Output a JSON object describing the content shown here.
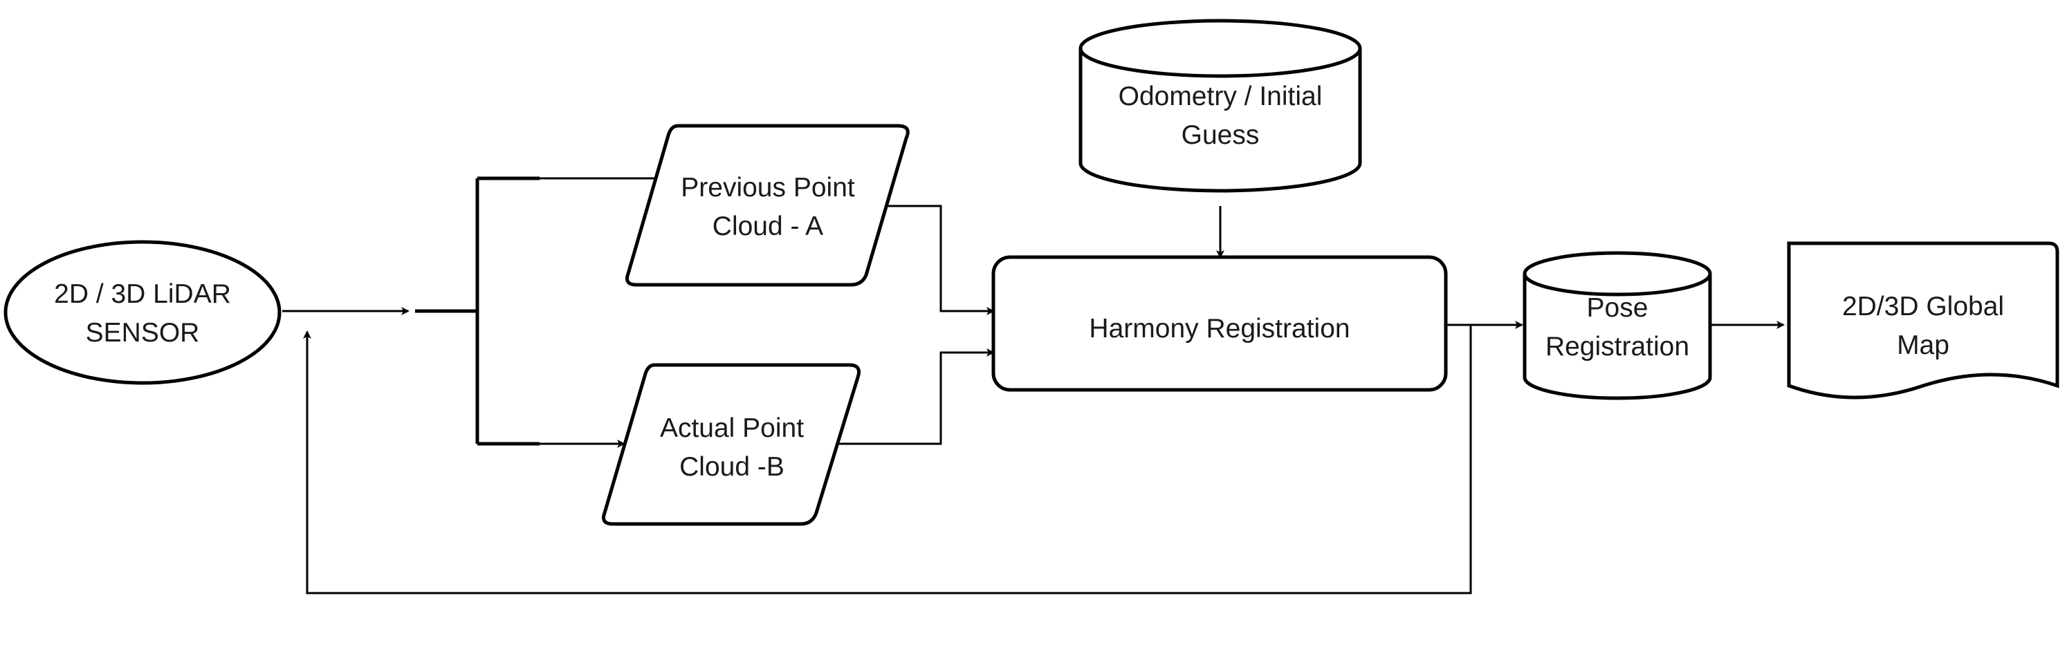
{
  "nodes": {
    "lidar_sensor": {
      "line1": "2D / 3D LiDAR",
      "line2": "SENSOR"
    },
    "previous_cloud": {
      "line1": "Previous Point",
      "line2": "Cloud - A"
    },
    "actual_cloud": {
      "line1": "Actual Point",
      "line2": "Cloud -B"
    },
    "odometry": {
      "line1": "Odometry / Initial",
      "line2": "Guess"
    },
    "harmony_registration": {
      "label": "Harmony Registration"
    },
    "pose_registration": {
      "line1": "Pose",
      "line2": "Registration"
    },
    "global_map": {
      "line1": "2D/3D Global",
      "line2": "Map"
    }
  },
  "edges": [
    {
      "from": "2D / 3D LiDAR SENSOR",
      "to": "Previous Point Cloud - A"
    },
    {
      "from": "2D / 3D LiDAR SENSOR",
      "to": "Actual Point Cloud -B"
    },
    {
      "from": "Previous Point Cloud - A",
      "to": "Harmony Registration"
    },
    {
      "from": "Actual Point Cloud -B",
      "to": "Harmony Registration"
    },
    {
      "from": "Odometry / Initial Guess",
      "to": "Harmony Registration"
    },
    {
      "from": "Harmony Registration",
      "to": "Pose Registration"
    },
    {
      "from": "Pose Registration",
      "to": "2D/3D Global Map"
    },
    {
      "from": "Harmony Registration",
      "to": "2D / 3D LiDAR SENSOR"
    }
  ],
  "colors": {
    "stroke": "#000000",
    "fill": "#ffffff",
    "text": "#1a1a1a"
  }
}
